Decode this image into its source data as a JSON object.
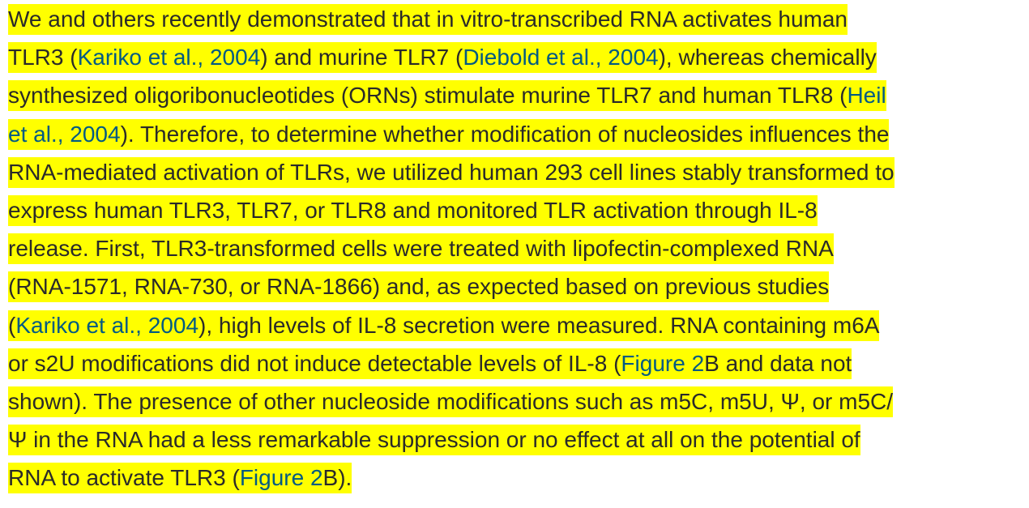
{
  "paragraph": {
    "lines": [
      [
        {
          "t": "We and others recently demonstrated that in vitro-transcribed RNA activates human"
        }
      ],
      [
        {
          "t": "TLR3 ("
        },
        {
          "t": "Kariko et al., 2004",
          "link": true
        },
        {
          "t": ") and murine TLR7 ("
        },
        {
          "t": "Diebold et al., 2004",
          "link": true
        },
        {
          "t": "), whereas chemically"
        }
      ],
      [
        {
          "t": "synthesized oligoribonucleotides (ORNs) stimulate murine TLR7 and human TLR8 ("
        },
        {
          "t": "Heil",
          "link": true
        }
      ],
      [
        {
          "t": "et al., 2004",
          "link": true
        },
        {
          "t": "). Therefore, to determine whether modification of nucleosides influences the"
        }
      ],
      [
        {
          "t": "RNA-mediated activation of TLRs, we utilized human 293 cell lines stably transformed to"
        }
      ],
      [
        {
          "t": "express human TLR3, TLR7, or TLR8 and monitored TLR activation through IL-8"
        }
      ],
      [
        {
          "t": "release. First, TLR3-transformed cells were treated with lipofectin-complexed RNA"
        }
      ],
      [
        {
          "t": "(RNA-1571, RNA-730, or RNA-1866) and, as expected based on previous studies"
        }
      ],
      [
        {
          "t": "("
        },
        {
          "t": "Kariko et al., 2004",
          "link": true
        },
        {
          "t": "), high levels of IL-8 secretion were measured. RNA containing m6A"
        }
      ],
      [
        {
          "t": "or s2U modifications did not induce detectable levels of IL-8 ("
        },
        {
          "t": "Figure 2",
          "link": true
        },
        {
          "t": "B and data not"
        }
      ],
      [
        {
          "t": "shown). The presence of other nucleoside modifications such as m5C, m5U, Ψ, or m5C/"
        }
      ],
      [
        {
          "t": "Ψ in the RNA had a less remarkable suppression or no effect at all on the potential of"
        }
      ],
      [
        {
          "t": "RNA to activate TLR3 ("
        },
        {
          "t": "Figure 2",
          "link": true
        },
        {
          "t": "B)."
        }
      ]
    ]
  },
  "colors": {
    "highlight": "#ffff00",
    "text": "#2a2a2a",
    "link": "#005a84"
  }
}
